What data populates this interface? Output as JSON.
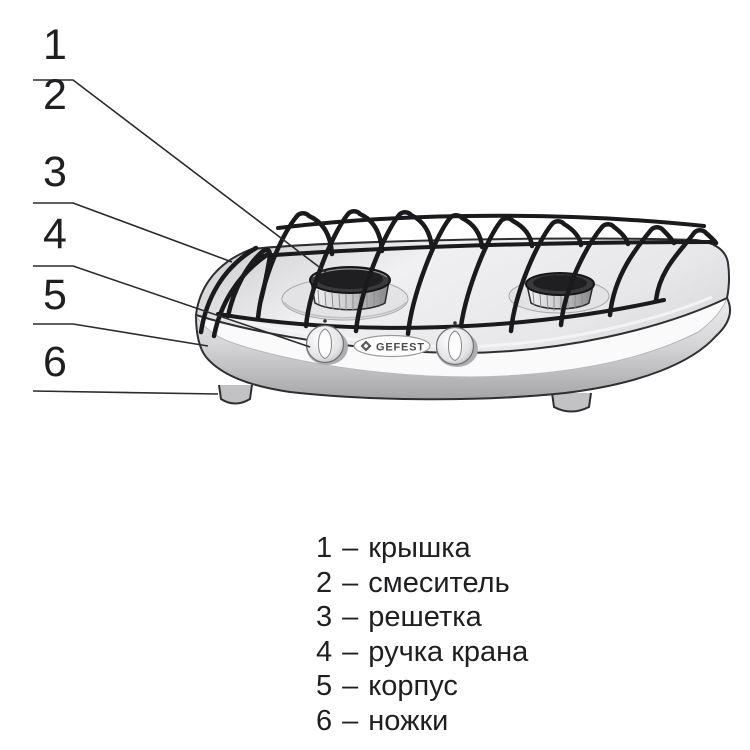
{
  "page": {
    "background": "#ffffff"
  },
  "colors": {
    "ink": "#1f1f21",
    "leader_line": "#2b2b2d",
    "grate_black": "#1a1a1c",
    "body_light": "#ececee",
    "body_dark": "#9d9da0",
    "panel_white": "#fafafb",
    "burner_cap": "#2a2a2c"
  },
  "brand": {
    "logo_text": "GEFEST",
    "logo_icon": "gefest-diamond-icon"
  },
  "callouts": [
    {
      "number": "1",
      "refers_to": "крышка"
    },
    {
      "number": "2",
      "refers_to": "смеситель"
    },
    {
      "number": "3",
      "refers_to": "решетка"
    },
    {
      "number": "4",
      "refers_to": "ручка крана"
    },
    {
      "number": "5",
      "refers_to": "корпус"
    },
    {
      "number": "6",
      "refers_to": "ножки"
    }
  ],
  "legend": {
    "separator": "–",
    "items": [
      {
        "number": "1",
        "label": "крышка"
      },
      {
        "number": "2",
        "label": "смеситель"
      },
      {
        "number": "3",
        "label": "решетка"
      },
      {
        "number": "4",
        "label": "ручка крана"
      },
      {
        "number": "5",
        "label": "корпус"
      },
      {
        "number": "6",
        "label": "ножки"
      }
    ]
  }
}
